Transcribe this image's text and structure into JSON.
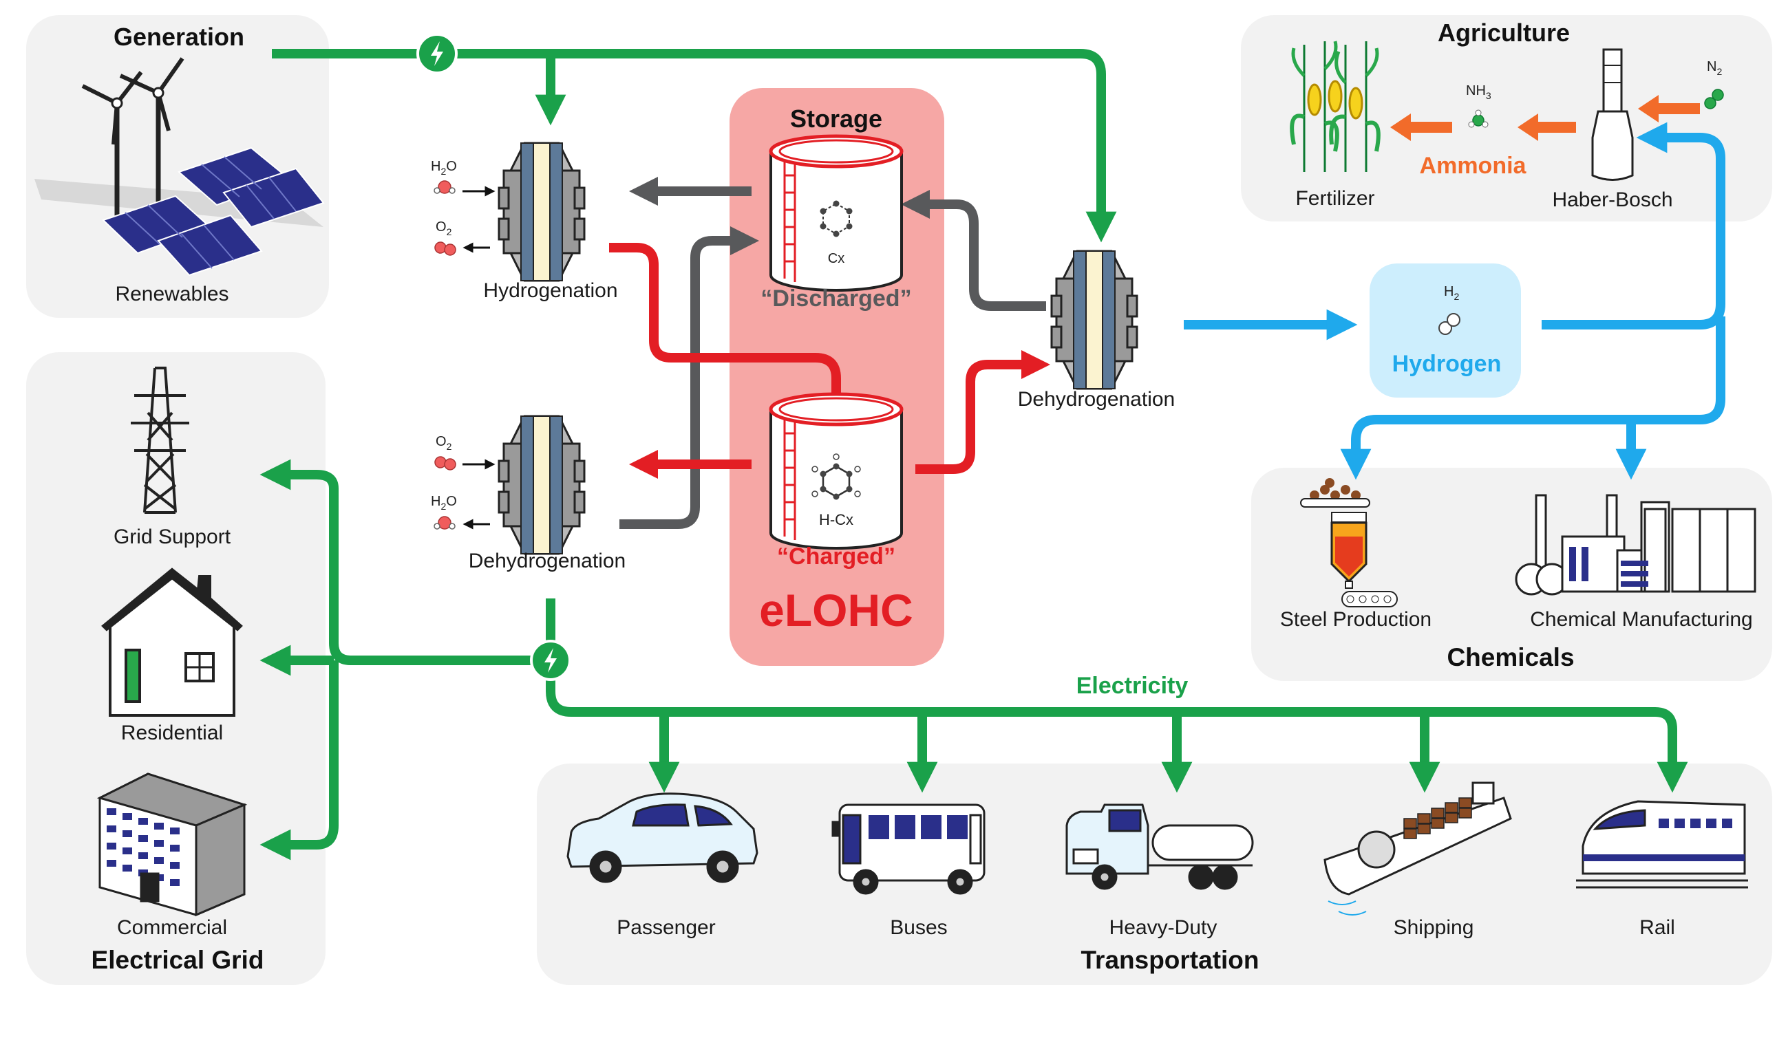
{
  "colors": {
    "electricity": "#1aa14a",
    "hydrogen": "#1fa9ec",
    "ammonia": "#f26b2a",
    "charged": "#e31e24",
    "discharged": "#58595b",
    "storage_bg": "#f6a7a5",
    "panel_bg": "#f2f2f2",
    "hydrogen_box": "#cdeefd"
  },
  "generation": {
    "title": "Generation",
    "label": "Renewables"
  },
  "agriculture": {
    "title": "Agriculture",
    "fertilizer": "Fertilizer",
    "haber_bosch": "Haber-Bosch",
    "ammonia": "Ammonia",
    "nh3": "NH3",
    "n2": "N2"
  },
  "storage": {
    "title": "Storage",
    "discharged": "“Discharged”",
    "charged": "“Charged”",
    "elohc": "eLOHC",
    "cx": "Cx",
    "hcx": "H-Cx"
  },
  "reactors": {
    "hydrogenation": "Hydrogenation",
    "dehydrogenation_left": "Dehydrogenation",
    "dehydrogenation_right": "Dehydrogenation",
    "h2o": "H2O",
    "o2": "O2"
  },
  "hydrogen": {
    "label": "Hydrogen",
    "h2": "H2"
  },
  "chemicals": {
    "title": "Chemicals",
    "steel": "Steel Production",
    "chemical": "Chemical Manufacturing"
  },
  "electrical_grid": {
    "title": "Electrical Grid",
    "grid_support": "Grid Support",
    "residential": "Residential",
    "commercial": "Commercial"
  },
  "electricity_label": "Electricity",
  "transportation": {
    "title": "Transportation",
    "items": [
      "Passenger",
      "Buses",
      "Heavy-Duty",
      "Shipping",
      "Rail"
    ]
  },
  "icons": [
    "lightning-icon",
    "wind-turbine-icon",
    "solar-panel-icon",
    "reactor-icon",
    "storage-tank-icon",
    "molecule-icon",
    "corn-icon",
    "haber-bosch-icon",
    "transmission-tower-icon",
    "house-icon",
    "office-building-icon",
    "car-icon",
    "bus-icon",
    "truck-icon",
    "ship-icon",
    "train-icon",
    "steel-furnace-icon",
    "factory-icon"
  ]
}
